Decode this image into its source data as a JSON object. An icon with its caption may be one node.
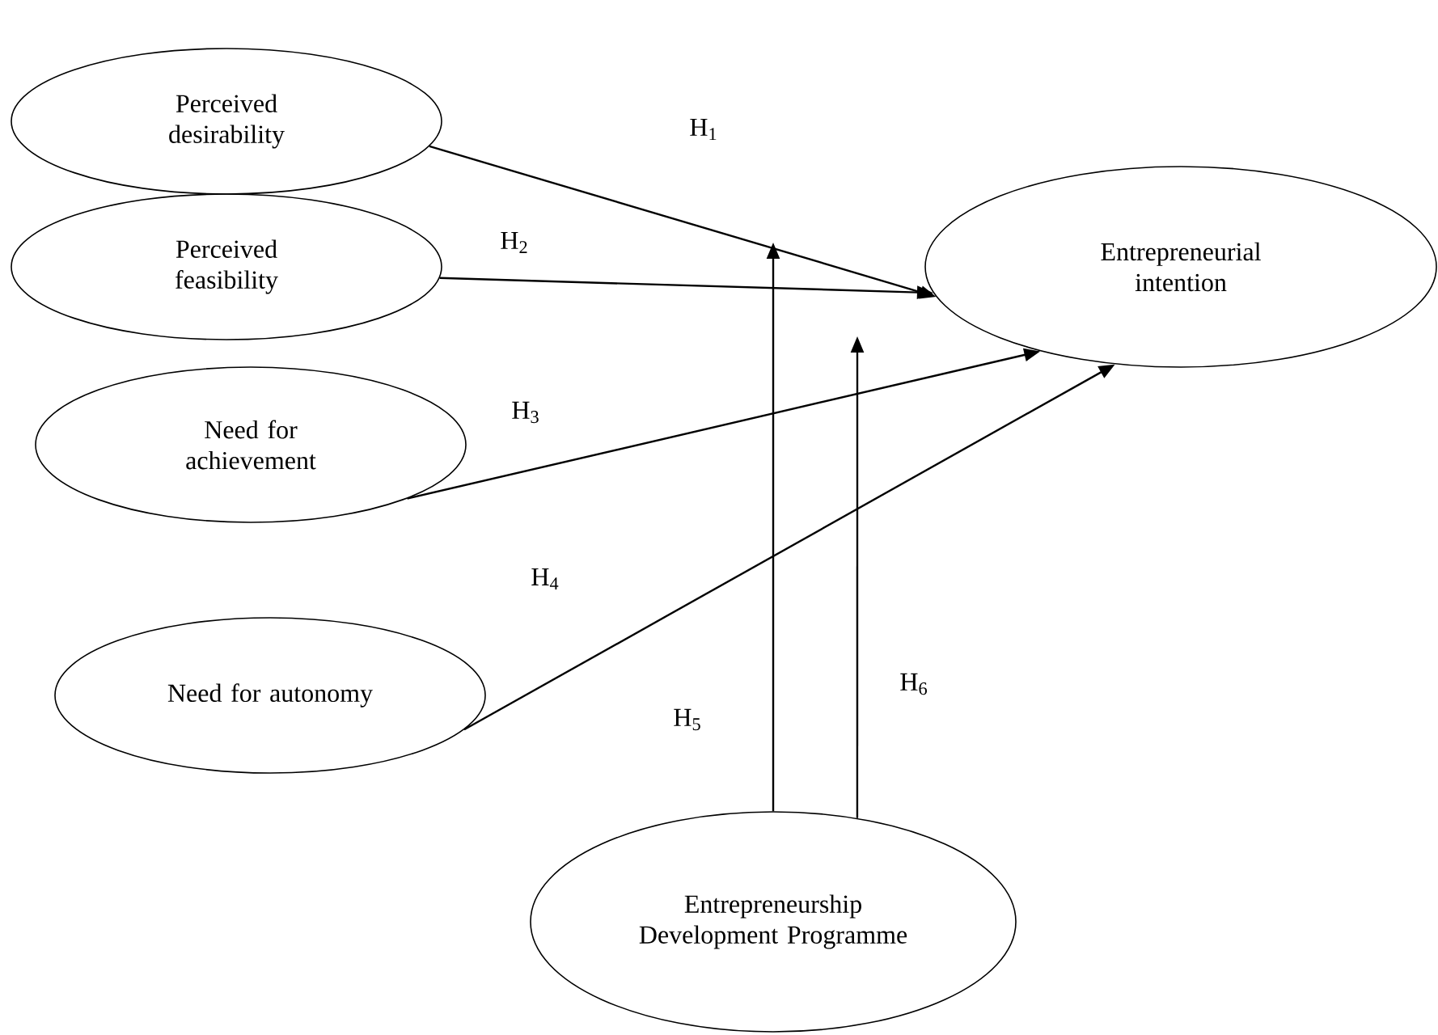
{
  "diagram": {
    "nodes": [
      {
        "text": [
          "Perceived desirability"
        ]
      },
      {
        "text": [
          "Perceived feasibility"
        ]
      },
      {
        "text": [
          "Need for achievement"
        ]
      },
      {
        "text": [
          "Need for autonomy"
        ]
      },
      {
        "text": [
          "Entrepreneurial intention"
        ]
      },
      {
        "text": [
          "Entrepreneurship Development Programme"
        ]
      }
    ],
    "edges": [
      {
        "from": 0,
        "to": 4,
        "arrow": "to",
        "label": "H$_{1}$"
      },
      {
        "from": 1,
        "to": 4,
        "arrow": "to",
        "label": "H$_{2}$"
      },
      {
        "from": 2,
        "to": 4,
        "arrow": "to",
        "label": "H$_{3}$"
      },
      {
        "from": 3,
        "to": 4,
        "arrow": "to",
        "label": "H$_{4}$"
      },
      {
        "from": 5,
        "to": null,
        "arrow": "to",
        "label": "H$_{5}$"
      },
      {
        "from": 5,
        "to": null,
        "arrow": "to",
        "label": "H$_{6}$"
      }
    ]
  }
}
